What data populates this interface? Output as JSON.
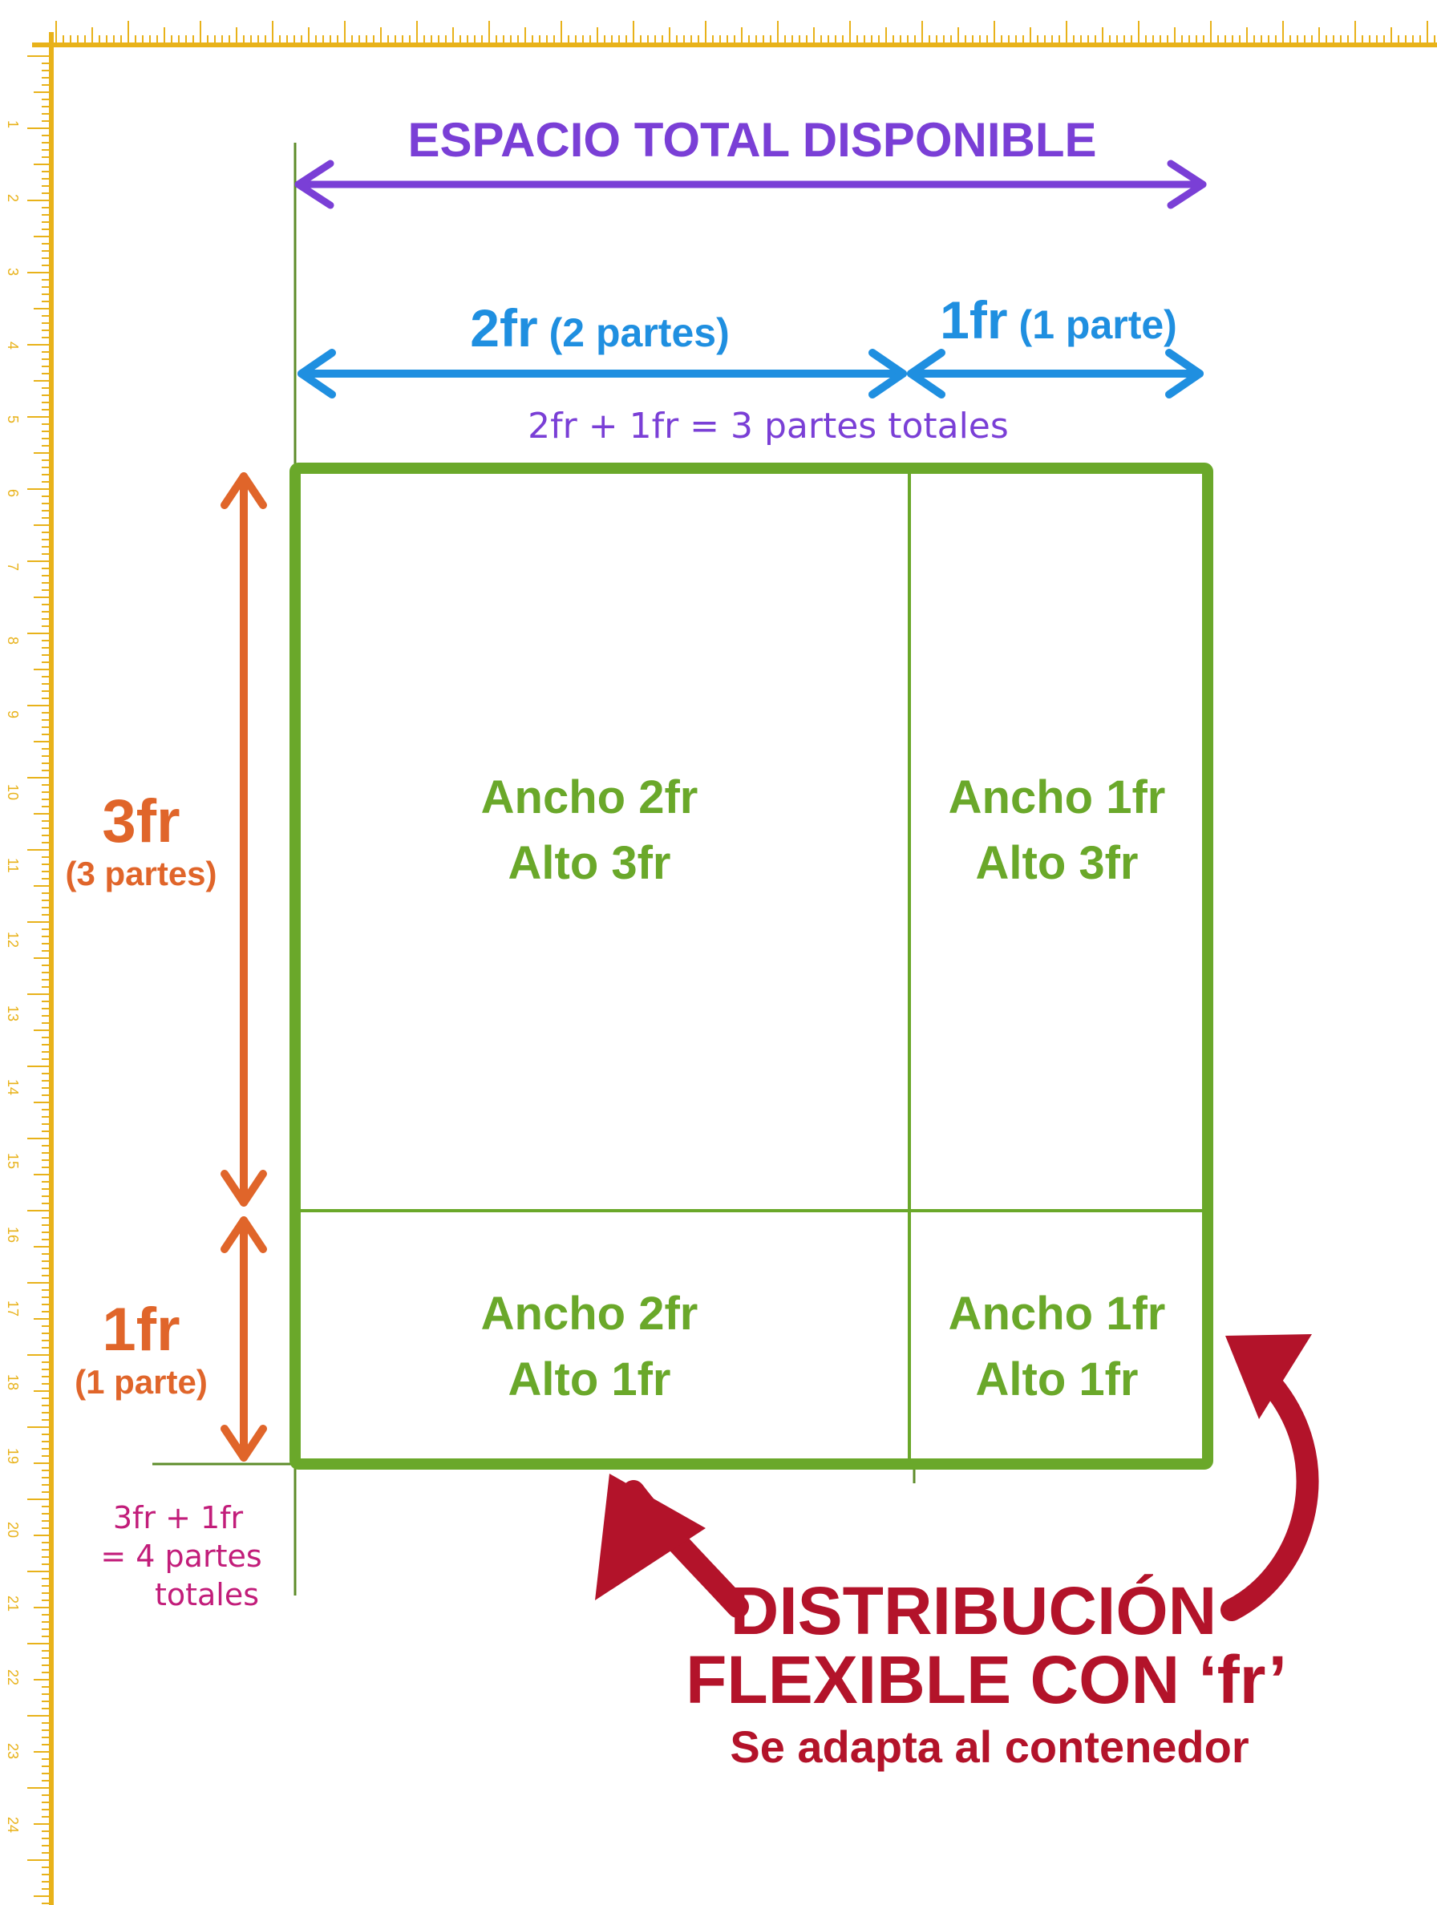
{
  "colors": {
    "ruler": "#e8b21a",
    "purple": "#7a3fd6",
    "blue": "#1f8fe0",
    "green": "#6aa82a",
    "orange": "#e0652a",
    "magenta": "#c21d7a",
    "red": "#b3132a",
    "guide": "#5e8c2a"
  },
  "top_arrow": {
    "label": "ESPACIO TOTAL DISPONIBLE"
  },
  "columns": {
    "col1_main": "2fr",
    "col1_sub": "(2 partes)",
    "col2_main": "1fr",
    "col2_sub": "(1 parte)",
    "total_note": "2fr + 1fr = 3 partes totales"
  },
  "rows": {
    "row1_main": "3fr",
    "row1_sub": "(3 partes)",
    "row2_main": "1fr",
    "row2_sub": "(1 parte)",
    "total_note_line1": "3fr + 1fr",
    "total_note_line2": "= 4 partes",
    "total_note_line3": "totales"
  },
  "cells": [
    {
      "width": "Ancho 2fr",
      "height": "Alto 3fr"
    },
    {
      "width": "Ancho 1fr",
      "height": "Alto 3fr"
    },
    {
      "width": "Ancho 2fr",
      "height": "Alto 1fr"
    },
    {
      "width": "Ancho 1fr",
      "height": "Alto 1fr"
    }
  ],
  "callout": {
    "line1": "DISTRIBUCIÓN",
    "line2": "FLEXIBLE CON ‘fr’",
    "line3": "Se adapta al contenedor"
  },
  "ruler_numbers": [
    "1",
    "2",
    "3",
    "4",
    "5",
    "6",
    "7",
    "8",
    "9",
    "10",
    "11",
    "12",
    "13",
    "14",
    "15",
    "16",
    "17",
    "18",
    "19",
    "20",
    "21",
    "22",
    "23",
    "24"
  ]
}
